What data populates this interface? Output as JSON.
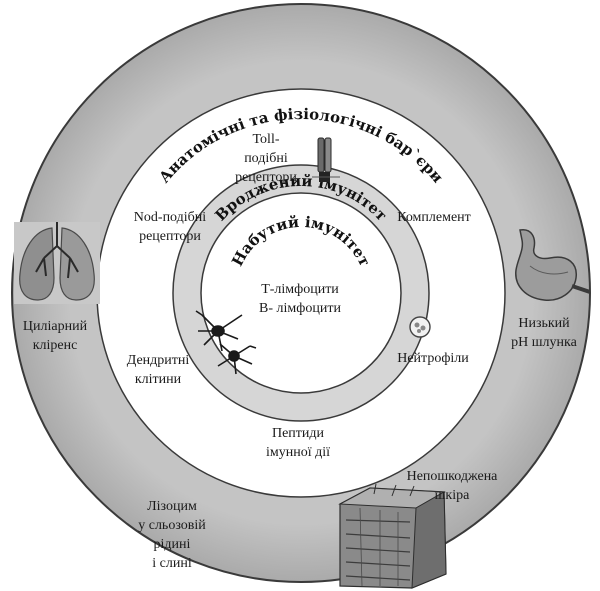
{
  "rings": {
    "outer_title": "Анатомічні та фізіологічні бар`єри",
    "middle_title": "Вроджений імунітет",
    "inner_title": "Набутий імунітет"
  },
  "labels": {
    "ciliary_clearance": [
      "Циліарний",
      "кліренс"
    ],
    "low_ph": [
      "Низький",
      "pH шлунка"
    ],
    "lysozyme": [
      "Лізоцим",
      "у сльозовій",
      "рідині",
      "і слині"
    ],
    "intact_skin": [
      "Непошкоджена",
      "шкіра"
    ],
    "toll_receptors": [
      "Toll-",
      "подібні",
      "рецептори"
    ],
    "nod_receptors": [
      "Nod-подібні",
      "рецептори"
    ],
    "complement": [
      "Комплемент"
    ],
    "dendritic_cells": [
      "Дендритні",
      "клітини"
    ],
    "neutrophils": [
      "Нейтрофіли"
    ],
    "peptides": [
      "Пептиди",
      "імунної дії"
    ],
    "lymphocytes": [
      "Т-лімфоцити",
      "В- лімфоцити"
    ]
  },
  "colors": {
    "outer_ring": "#bdbdbd",
    "middle_ring": "#ffffff",
    "inner_ring": "#d6d6d6",
    "core": "#ffffff",
    "stroke": "#3a3a3a",
    "text": "#1a1a1a"
  },
  "icons": [
    "lungs-icon",
    "stomach-icon",
    "skin-tissue-icon",
    "toll-receptor-icon",
    "dendritic-cell-icon",
    "neutrophil-icon"
  ]
}
